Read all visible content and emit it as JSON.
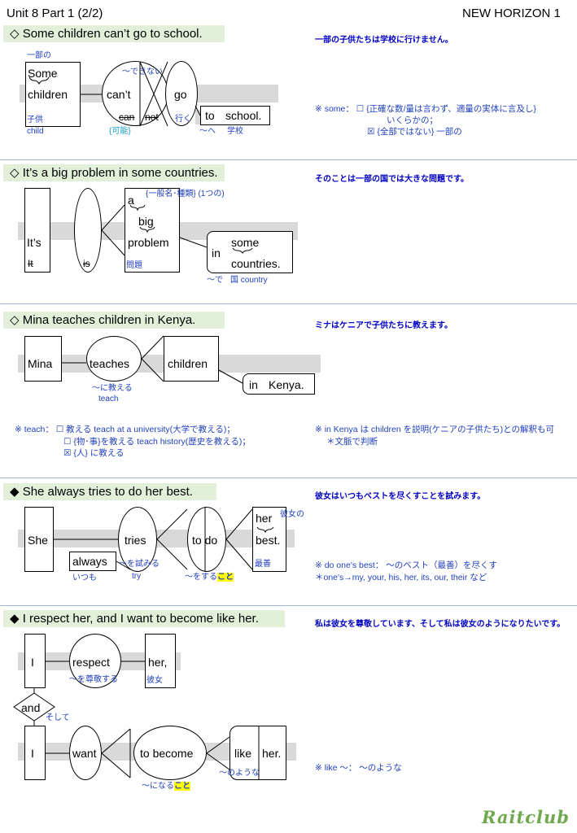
{
  "header": {
    "left": "Unit 8 Part 1 (2/2)",
    "right": "NEW HORIZON 1"
  },
  "s1": {
    "sentence": "◇ Some children can’t go to school.",
    "translation": "一部の子供たちは学校に行けません。",
    "w_some": "Some",
    "w_children": "children",
    "w_cant": "can’t",
    "w_can": "can",
    "w_not": "not",
    "w_go": "go",
    "w_to": "to",
    "w_school": "school.",
    "g_ichibu": "一部の",
    "g_kodomo": "子供",
    "g_child": "child",
    "g_dekinai": "～できない",
    "g_kano": "{可能}",
    "g_iku": "行く",
    "g_he": "～へ",
    "g_gakko": "学校",
    "note1": "※ some：  ☐ {正確な数/量は言わず、適量の実体に言及し}",
    "note2": "いくらかの；",
    "note3": "☒ {全部ではない} 一部の"
  },
  "s2": {
    "sentence": "◇ It’s a big problem in some countries.",
    "translation": "そのことは一部の国では大きな問題です。",
    "w_its": "It’s",
    "w_it": "It",
    "w_is": "is",
    "w_a": "a",
    "w_big": "big",
    "w_problem": "problem",
    "w_in": "in",
    "w_some": "some",
    "w_countries": "countries.",
    "g_ippan": "{一般名･種類} (1つの)",
    "g_mondai": "問題",
    "g_de": "～で",
    "g_kuni": "国 country"
  },
  "s3": {
    "sentence": "◇ Mina teaches children in Kenya.",
    "translation": "ミナはケニアで子供たちに教えます。",
    "w_mina": "Mina",
    "w_teaches": "teaches",
    "w_children": "children",
    "w_in": "in",
    "w_kenya": "Kenya.",
    "g_oshieru": "～に教える",
    "g_teach": "teach",
    "note_a1": "※ teach：  ☐ 教える teach at a university(大学で教える)；",
    "note_a2": "☐ {物･事}を教える teach history(歴史を教える)；",
    "note_a3": "☒ {人} に教える",
    "note_b1": "※ in Kenya は children を説明(ケニアの子供たち)との解釈も可",
    "note_b2": "＊文脈で判断"
  },
  "s4": {
    "sentence": "◆ She always tries to do her best.",
    "translation": "彼女はいつもベストを尽くすことを試みます。",
    "w_she": "She",
    "w_tries": "tries",
    "w_todo": "to do",
    "w_her": "her",
    "w_best": "best.",
    "w_always": "always",
    "g_kanojono": "彼女の",
    "g_saizen": "最善",
    "g_itsumo": "いつも",
    "g_kokoromiru": "～を試みる",
    "g_try": "try",
    "g_wosuru": "～をする",
    "g_koto": "こと",
    "note1": "※ do one's best：  ～のベスト（最善）を尽くす",
    "note2": "＊one's→my, your, his, her, its, our, their など"
  },
  "s5": {
    "sentence": "◆ I respect her, and I want to become like her.",
    "translation": "私は彼女を尊敬しています、そして私は彼女のようになりたいです。",
    "w_i1": "I",
    "w_respect": "respect",
    "w_her1": "her,",
    "w_and": "and",
    "w_i2": "I",
    "w_want": "want",
    "w_tobecome": "to become",
    "w_like": "like",
    "w_her2": "her.",
    "g_sonkei": "～を尊敬する",
    "g_kanojo": "彼女",
    "g_soshite": "そして",
    "g_ninaru": "～になる",
    "g_koto": "こと",
    "g_noyouna": "～のような",
    "note1": "※ like ～：  ～のような"
  },
  "logo": "Raitclub"
}
